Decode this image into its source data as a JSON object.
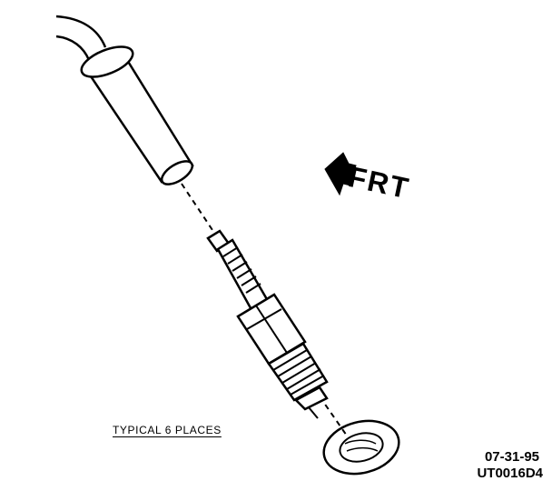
{
  "labels": {
    "direction": "FRT",
    "caption": "TYPICAL 6 PLACES",
    "date": "07-31-95",
    "code": "UT0016D4"
  },
  "icons": {
    "direction_arrow": "left-arrow-icon"
  }
}
